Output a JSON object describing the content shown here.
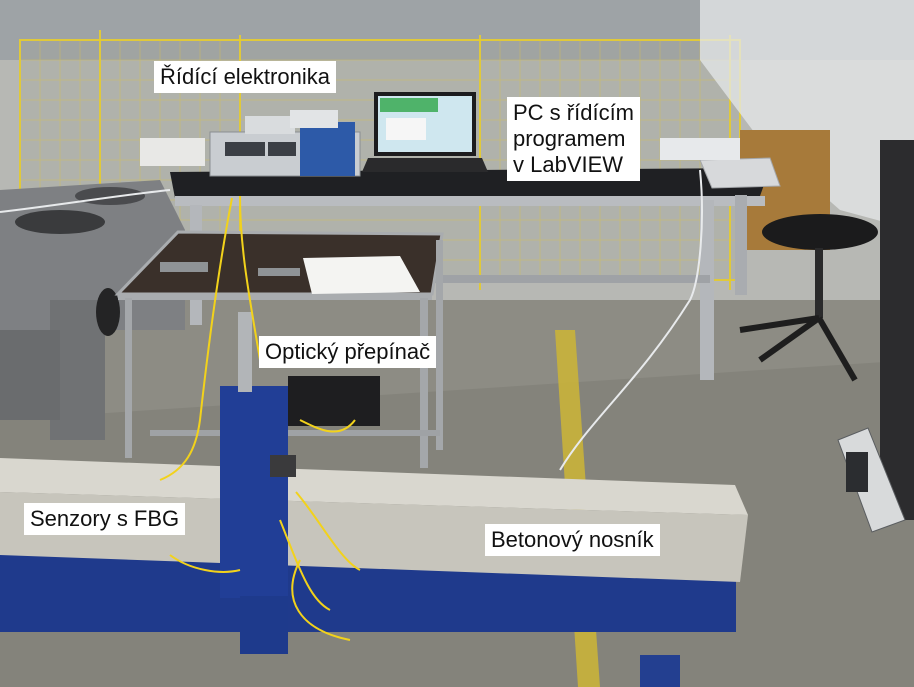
{
  "labels": {
    "electronics": "Řídící elektronika",
    "pc": [
      "PC s řídícím",
      "programem",
      "v LabVIEW"
    ],
    "switch": "Optický přepínač",
    "sensors": "Senzory s FBG",
    "beam": "Betonový nosník"
  },
  "colors": {
    "floor": "#8f8f87",
    "fence": "#e8d23a",
    "beam_support": "#1f3a8c",
    "beam": "#c9c7be",
    "fiber": "#f2d21b",
    "table_top": "#2a2a2e",
    "label_bg": "#ffffff"
  }
}
